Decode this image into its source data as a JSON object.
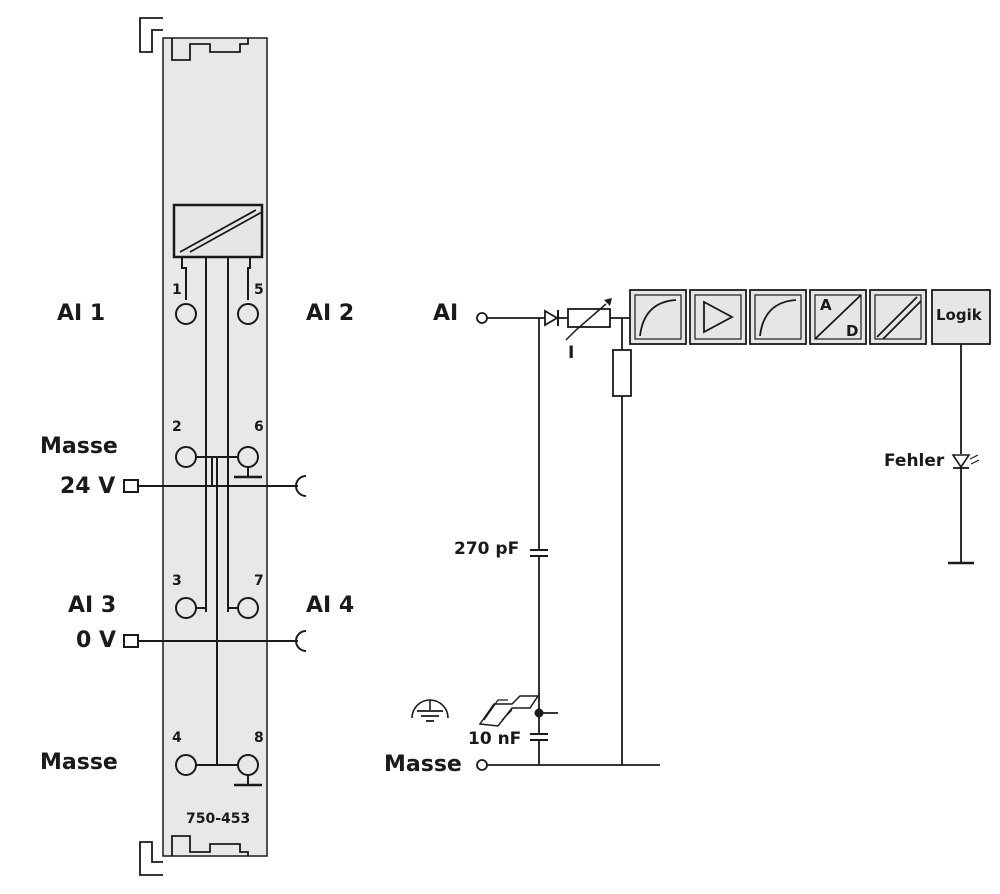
{
  "module": {
    "part_number": "750-453",
    "terminal_numbers": [
      "1",
      "2",
      "3",
      "4",
      "5",
      "6",
      "7",
      "8"
    ],
    "labels_left": {
      "ai1": "AI 1",
      "masse_top": "Masse",
      "v24": "24 V",
      "ai3": "AI 3",
      "v0": "0 V",
      "masse_bottom": "Masse"
    },
    "labels_right": {
      "ai2": "AI 2",
      "ai4": "AI 4"
    }
  },
  "schematic": {
    "input_label": "AI",
    "current_label": "I",
    "capacitor_top": "270 pF",
    "capacitor_bottom": "10 nF",
    "ground_label": "Masse",
    "blocks": {
      "ad_top": "A",
      "ad_bottom": "D",
      "logic": "Logik"
    },
    "error_led": "Fehler"
  },
  "colors": {
    "line": "#1a1a1a",
    "module_body": "#e8e8e8",
    "block_fill": "#e6e6e6"
  }
}
